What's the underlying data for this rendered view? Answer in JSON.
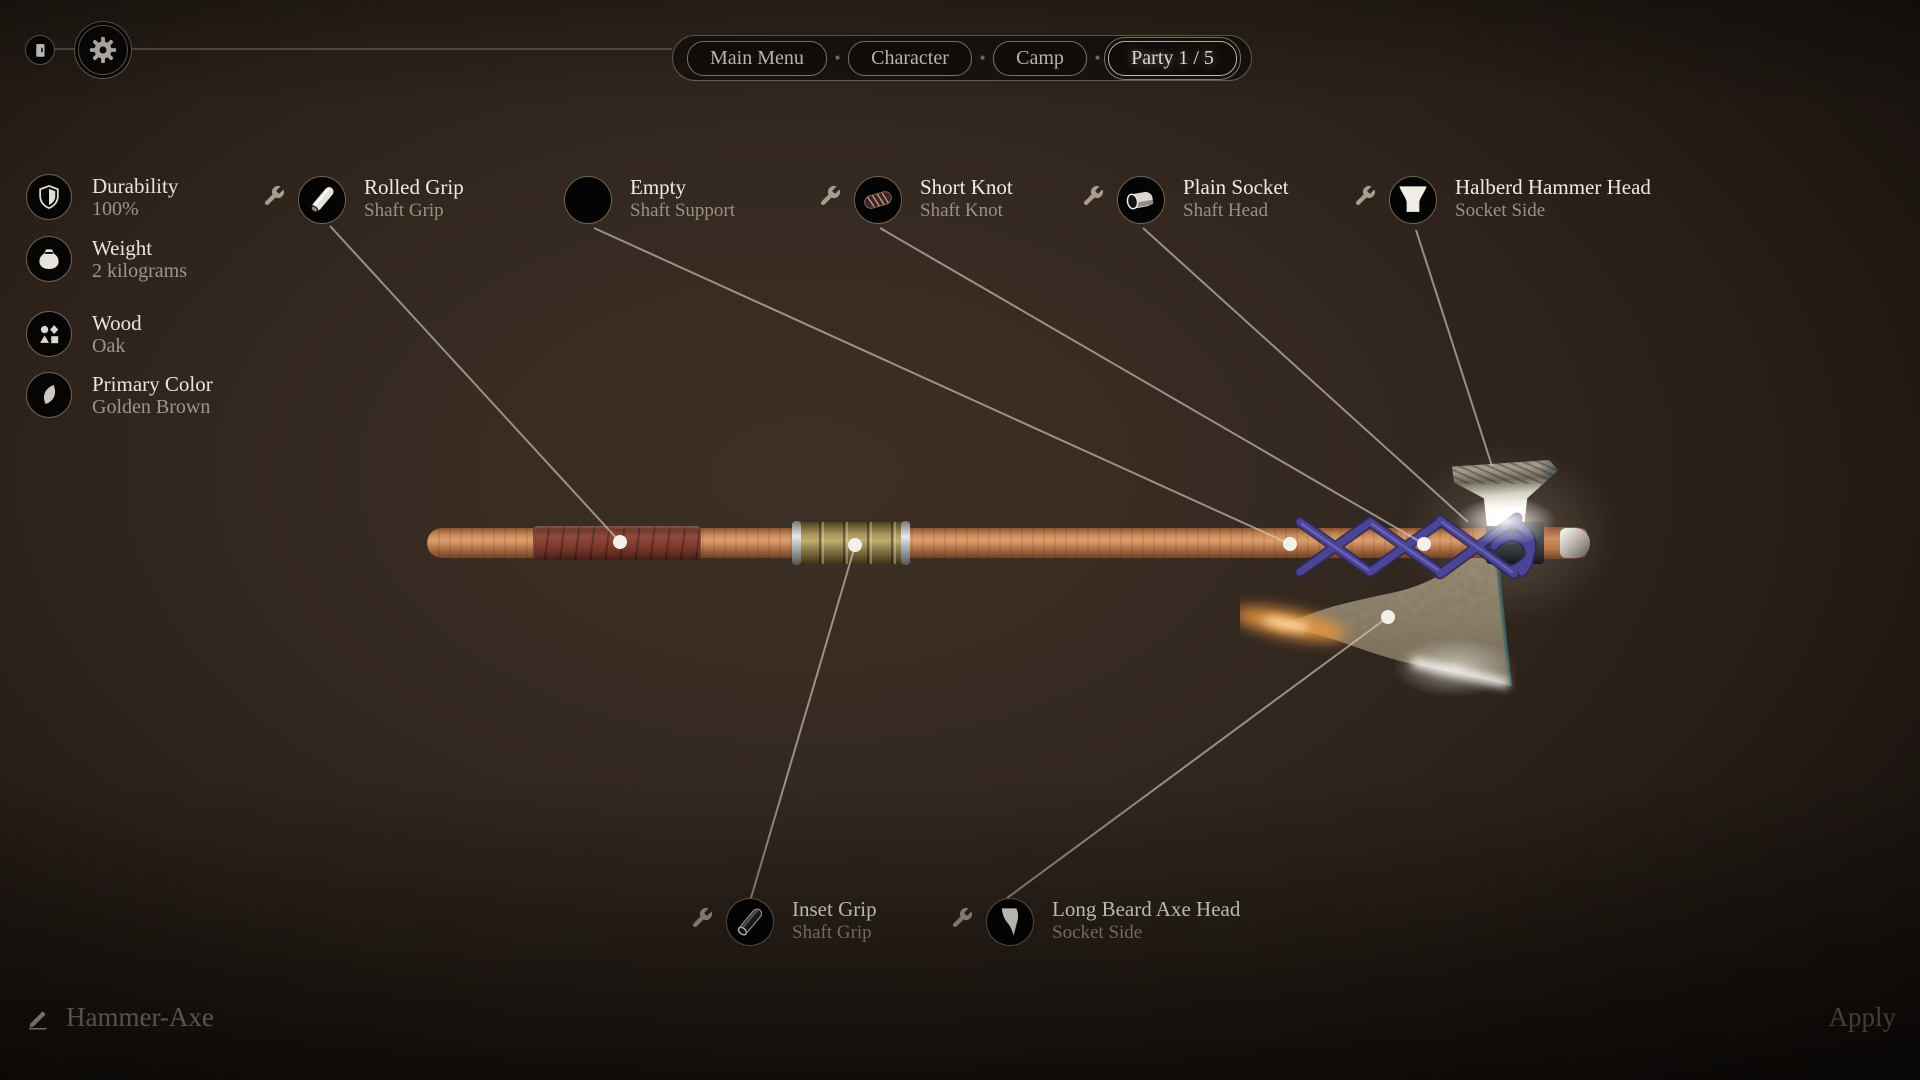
{
  "header": {
    "exit_icon": "door-icon",
    "settings_icon": "gear-icon",
    "separator": "•",
    "breadcrumbs": [
      {
        "label": "Main Menu",
        "active": false
      },
      {
        "label": "Character",
        "active": false
      },
      {
        "label": "Camp",
        "active": false
      },
      {
        "label": "Party 1 / 5",
        "active": true
      }
    ]
  },
  "stats": [
    {
      "icon": "shield-icon",
      "label": "Durability",
      "value": "100%"
    },
    {
      "icon": "weight-bag-icon",
      "label": "Weight",
      "value": "2 kilograms"
    },
    {
      "icon": "wood-shapes-icon",
      "label": "Wood",
      "value": "Oak"
    },
    {
      "icon": "color-swatch-icon",
      "label": "Primary Color",
      "value": "Golden Brown"
    }
  ],
  "components": [
    {
      "icon": "rolled-grip-icon",
      "name": "Rolled Grip",
      "slot": "Shaft Grip",
      "editable": true
    },
    {
      "icon": "empty-slot-icon",
      "name": "Empty",
      "slot": "Shaft Support",
      "editable": false
    },
    {
      "icon": "short-knot-icon",
      "name": "Short Knot",
      "slot": "Shaft Knot",
      "editable": true
    },
    {
      "icon": "plain-socket-icon",
      "name": "Plain Socket",
      "slot": "Shaft Head",
      "editable": true
    },
    {
      "icon": "hammer-head-icon",
      "name": "Halberd Hammer Head",
      "slot": "Socket Side",
      "editable": true
    },
    {
      "icon": "inset-grip-icon",
      "name": "Inset Grip",
      "slot": "Shaft Grip",
      "editable": true
    },
    {
      "icon": "axe-head-icon",
      "name": "Long Beard Axe Head",
      "slot": "Socket Side",
      "editable": true
    }
  ],
  "footer": {
    "edit_icon": "pencil-icon",
    "weapon_name": "Hammer-Axe",
    "apply_label": "Apply"
  },
  "colors": {
    "background": "#332820",
    "title_text": "#efece5",
    "secondary_text": "#9b9082",
    "connector_line": "#d8d1c7",
    "wood": "#c8895a",
    "grip_leather": "#8f4a3b",
    "knot_brass": "#a9975d",
    "lacing_blue": "#4c4596",
    "edge_glow_warm": "#f0a049"
  }
}
